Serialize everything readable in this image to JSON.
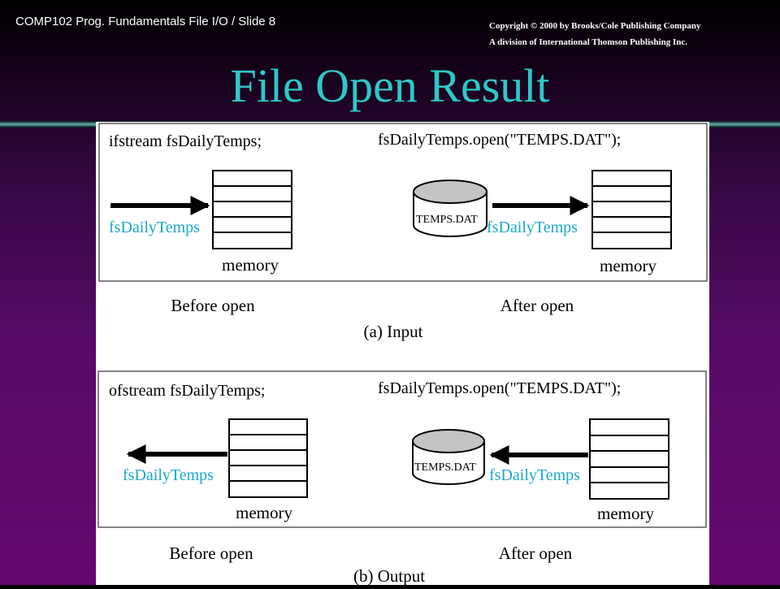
{
  "header": {
    "course": "COMP102 Prog. Fundamentals File I/O / Slide 8",
    "copyright_line1": "Copyright © 2000 by Brooks/Cole Publishing Company",
    "copyright_line2": "A division of International Thomson Publishing Inc."
  },
  "slide": {
    "title": "File Open Result"
  },
  "diagram": {
    "input": {
      "declaration": "ifstream  fsDailyTemps;",
      "open_call": "fsDailyTemps.open(\"TEMPS.DAT\");",
      "stream_label_before": "fsDailyTemps",
      "stream_label_after": "fsDailyTemps",
      "memory_label_before": "memory",
      "memory_label_after": "memory",
      "file_label": "TEMPS.DAT",
      "before_caption": "Before open",
      "after_caption": "After open",
      "caption": "(a) Input"
    },
    "output": {
      "declaration": "ofstream  fsDailyTemps;",
      "open_call": "fsDailyTemps.open(\"TEMPS.DAT\");",
      "stream_label_before": "fsDailyTemps",
      "stream_label_after": "fsDailyTemps",
      "memory_label_before": "memory",
      "memory_label_after": "memory",
      "file_label": "TEMPS.DAT",
      "before_caption": "Before open",
      "after_caption": "After open",
      "caption": "(b) Output"
    },
    "colors": {
      "stream_label": "#1aa8c8",
      "file_top": "#c4c4c4",
      "title": "#2ec8c8"
    }
  }
}
